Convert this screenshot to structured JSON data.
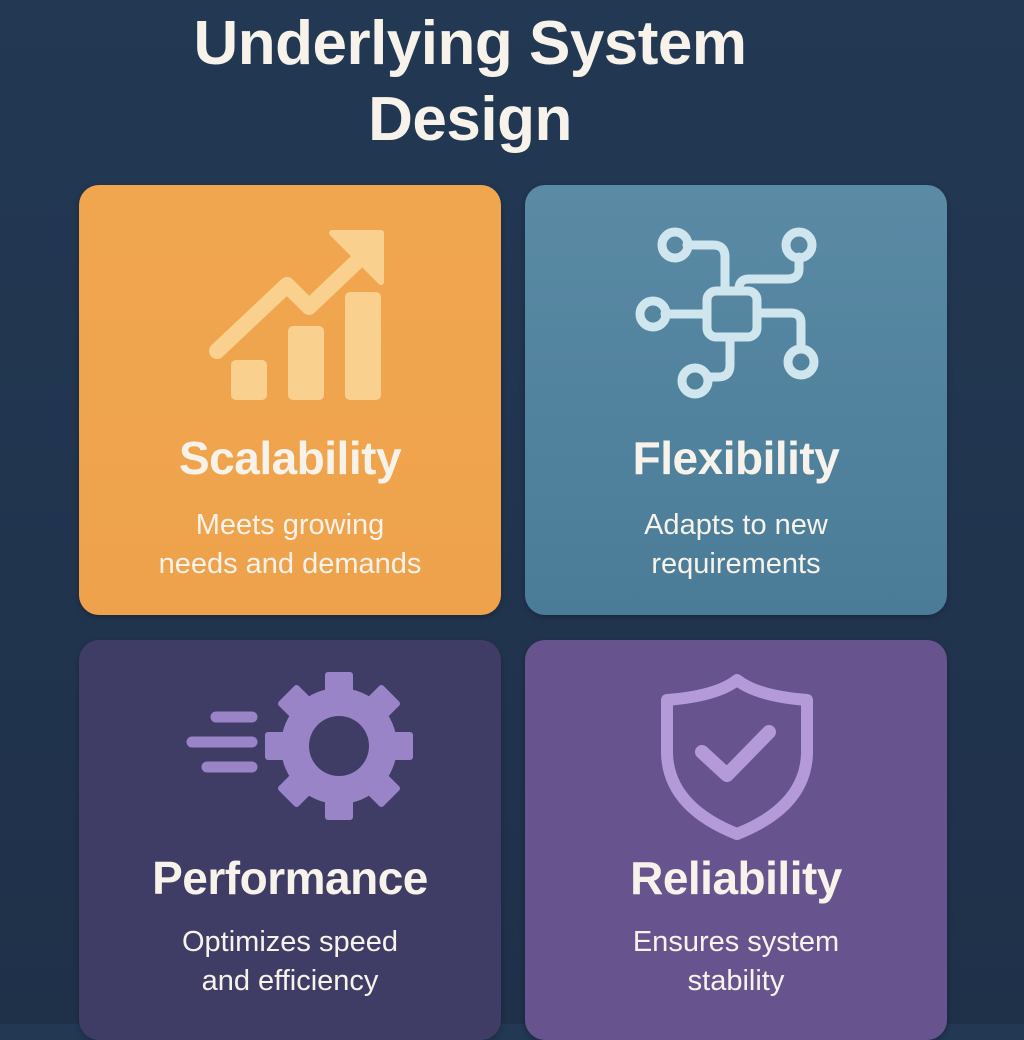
{
  "title": "Underlying System Design",
  "colors": {
    "background": "#223853",
    "title_text": "#f7f3ea",
    "scalability_card": "#efa44e",
    "flexibility_card": "#5283a0",
    "performance_card": "#3f3d66",
    "reliability_card": "#67548e",
    "scalability_icon": "#fad08e",
    "flexibility_icon": "#cfe6ef",
    "performance_icon": "#9a84c8",
    "reliability_icon": "#b49ad8"
  },
  "cards": [
    {
      "id": "scalability",
      "icon": "growth-chart-icon",
      "title": "Scalability",
      "desc_line1": "Meets growing",
      "desc_line2": "needs and demands"
    },
    {
      "id": "flexibility",
      "icon": "network-nodes-icon",
      "title": "Flexibility",
      "desc_line1": "Adapts to new",
      "desc_line2": "requirements"
    },
    {
      "id": "performance",
      "icon": "fast-gear-icon",
      "title": "Performance",
      "desc_line1": "Optimizes speed",
      "desc_line2": "and efficiency"
    },
    {
      "id": "reliability",
      "icon": "shield-check-icon",
      "title": "Reliability",
      "desc_line1": "Ensures system",
      "desc_line2": "stability"
    }
  ]
}
